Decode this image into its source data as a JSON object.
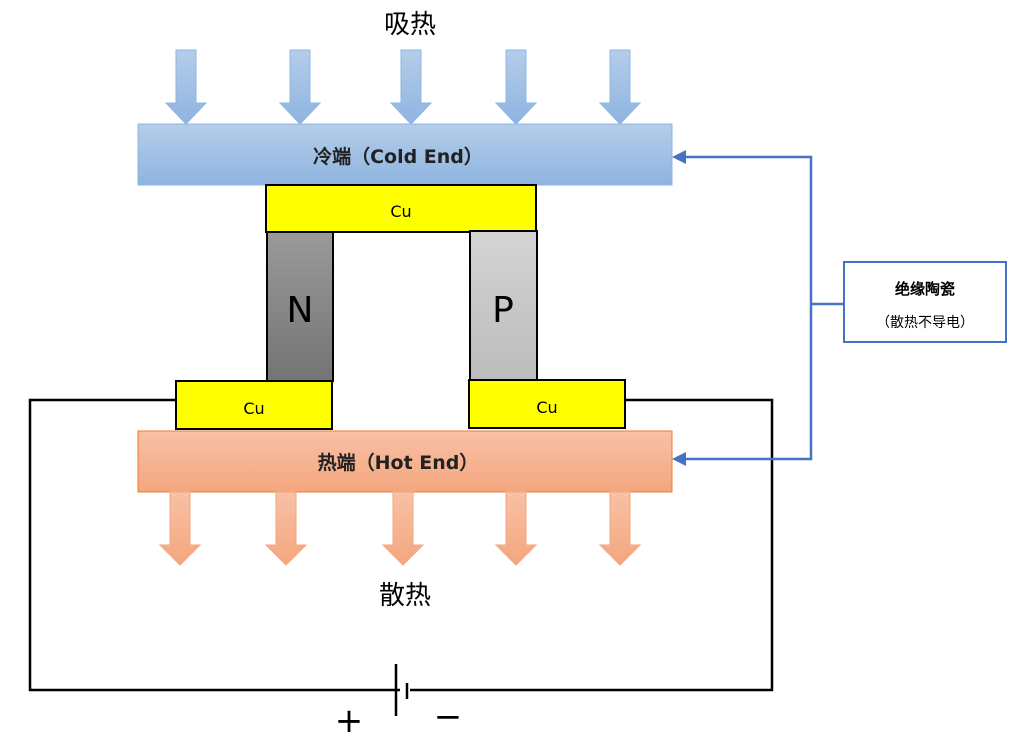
{
  "title_top": "吸热",
  "title_bottom": "散热",
  "cold_end": {
    "label": "冷端（Cold End）",
    "color": "#9dc3e6"
  },
  "hot_end": {
    "label": "热端（Hot End）",
    "color": "#f4b183"
  },
  "copper": {
    "top": "Cu",
    "bottom_left": "Cu",
    "bottom_right": "Cu",
    "color": "#ffff00"
  },
  "n_leg": {
    "label": "N",
    "color": "#808080"
  },
  "p_leg": {
    "label": "P",
    "color": "#c8c8c8"
  },
  "ceramic_box": {
    "title": "绝缘陶瓷",
    "subtitle": "（散热不导电）",
    "border_color": "#4472c4"
  },
  "battery": {
    "plus": "+",
    "minus": "−"
  },
  "icons": {
    "heat_in_arrows": "down-arrow-icon",
    "heat_out_arrows": "down-arrow-icon",
    "pointer_arrows": "left-arrow-icon",
    "battery": "battery-icon"
  }
}
